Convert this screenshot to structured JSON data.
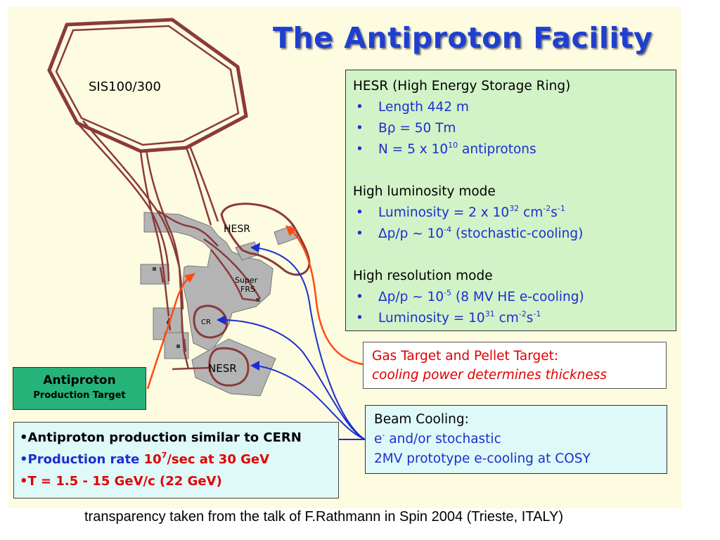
{
  "title": "The Antiproton Facility",
  "diagram_labels": {
    "sis": "SIS100/300",
    "hesr": "HESR",
    "super": "Super",
    "frs": "FRS",
    "cr": "CR",
    "nesr": "NESR"
  },
  "hesr_box": {
    "heading": "HESR (High Energy Storage Ring)",
    "bullet": "•",
    "length": "Length 442 m",
    "brho": "Bρ = 50 Tm",
    "n_pre": "N = 5 x 10",
    "n_exp": "10",
    "n_post": " antiprotons",
    "lum_heading": "High luminosity mode",
    "lum_pre": "Luminosity = 2 x 10",
    "lum_exp": "32",
    "lum_mid1": " cm",
    "lum_exp2": "-2",
    "lum_mid2": "s",
    "lum_exp3": "-1",
    "lum_dp_pre": "Δp/p ~ 10",
    "lum_dp_exp": "-4",
    "lum_dp_post": "  (stochastic-cooling)",
    "res_heading": "High resolution mode",
    "res_dp_pre": "Δp/p ~ 10",
    "res_dp_exp": "-5",
    "res_dp_post": "  (8 MV HE e-cooling)",
    "res_lum_pre": "Luminosity = 10",
    "res_lum_exp": "31",
    "res_lum_mid1": " cm",
    "res_lum_exp2": "-2",
    "res_lum_mid2": "s",
    "res_lum_exp3": "-1"
  },
  "gas_box": {
    "line1": "Gas Target and Pellet Target:",
    "line2": "cooling power determines thickness"
  },
  "cooling_box": {
    "line1": "Beam Cooling:",
    "line2_pre": "e",
    "line2_exp": "-",
    "line2_post": "  and/or stochastic",
    "line3": "2MV prototype e-cooling at COSY"
  },
  "production_box": {
    "line1": "Antiproton",
    "line2": "Production Target"
  },
  "cern_box": {
    "line1": "•Antiproton production similar to CERN",
    "line2_pre": "•Production rate ",
    "line2_red_pre": "10",
    "line2_exp": "7",
    "line2_red_post": "/sec at 30 GeV",
    "line3": "•T = 1.5 - 15 GeV/c (22 GeV)"
  },
  "footer": "transparency taken from the talk of F.Rathmann in Spin 2004 (Trieste, ITALY)",
  "colors": {
    "background": "#fdfbe0",
    "title": "#1f3fd0",
    "beamline": "#8b3a3a",
    "blue_arrow": "#1a2fd0",
    "orange_arrow": "#ff4a10",
    "production_green": "#25b37a"
  }
}
